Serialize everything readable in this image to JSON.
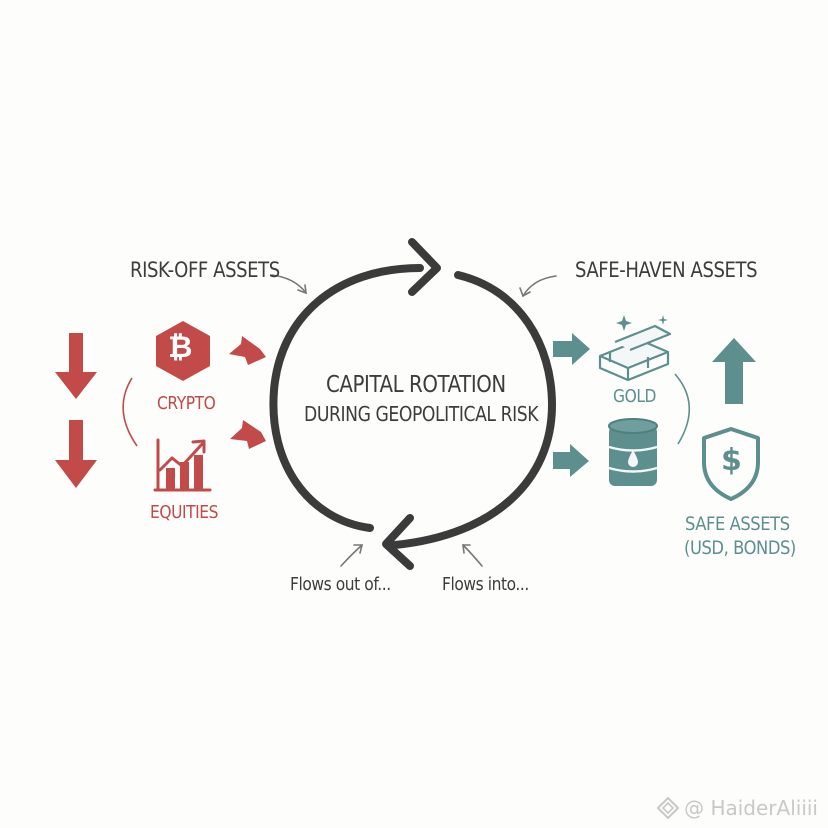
{
  "colors": {
    "risk_off": "#c24a49",
    "safe_haven": "#5d8f8e",
    "cycle": "#3b3b3b",
    "text": "#3d3d3d",
    "watermark": "#c8c8c8"
  },
  "title": {
    "line1": "CAPITAL ROTATION",
    "line2": "DURING GEOPOLITICAL RISK"
  },
  "labels": {
    "risk_off": "RISK-OFF ASSETS",
    "safe_haven": "SAFE-HAVEN ASSETS",
    "flows_out": "Flows out of...",
    "flows_into": "Flows into..."
  },
  "risk_off_assets": [
    {
      "label": "CRYPTO",
      "icon": "bitcoin-icon",
      "glyph": "₿"
    },
    {
      "label": "EQUITIES",
      "icon": "stock-chart-icon"
    }
  ],
  "safe_haven_assets": {
    "gold": {
      "label": "GOLD",
      "icons": [
        "gold-bars-icon",
        "oil-barrel-icon"
      ]
    },
    "safe_assets": {
      "line1": "SAFE ASSETS",
      "line2": "(USD, BONDS)",
      "icon": "shield-dollar-icon"
    }
  },
  "direction_icons": {
    "risk_off": "down-arrow-icon",
    "safe_haven": "up-arrow-icon"
  },
  "watermark": {
    "text": "@ HaiderAliiii",
    "icon": "diamond-logo-icon"
  }
}
